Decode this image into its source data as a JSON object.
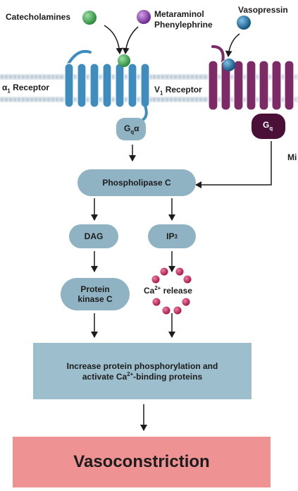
{
  "ligands": {
    "catecholamines": "Catecholamines",
    "metaraminol": "Metaraminol",
    "phenylephrine": "Phenylephrine",
    "vasopressin": "Vasopressin"
  },
  "receptors": {
    "alpha1": {
      "prefix": "α",
      "sub": "1",
      "suffix": " Receptor"
    },
    "v1": {
      "prefix": "V",
      "sub": "1",
      "suffix": " Receptor"
    }
  },
  "gproteins": {
    "gqa": {
      "main": "G",
      "sub": "q",
      "tail": "α"
    },
    "gq": {
      "main": "G",
      "sub": "q"
    }
  },
  "edge_text": "Mi",
  "nodes": {
    "plc": "Phospholipase C",
    "dag": "DAG",
    "ip3": {
      "main": "IP",
      "sub": "3"
    },
    "pkc_line1": "Protein",
    "pkc_line2": "kinase C",
    "ca_release": {
      "main": "Ca",
      "sup": "2+",
      "tail": " release"
    },
    "phos_line1": "Increase protein phosphorylation and",
    "phos_line2_a": "activate Ca",
    "phos_line2_sup": "2+",
    "phos_line2_b": "-binding proteins",
    "outcome": "Vasoconstriction"
  },
  "colors": {
    "membrane": "#c9d6df",
    "alpha_receptor": "#3f8dbf",
    "v1_receptor": "#7c2b66",
    "gq_dark": "#4a1038",
    "node_fill": "#8fb3c3",
    "phos_fill": "#9dbfcd",
    "outcome_fill": "#ee9294",
    "calcium": "#c0245a",
    "ligand_green": "#35a24a",
    "ligand_purple": "#8a3fb0",
    "ligand_blue": "#1c6ea5"
  }
}
